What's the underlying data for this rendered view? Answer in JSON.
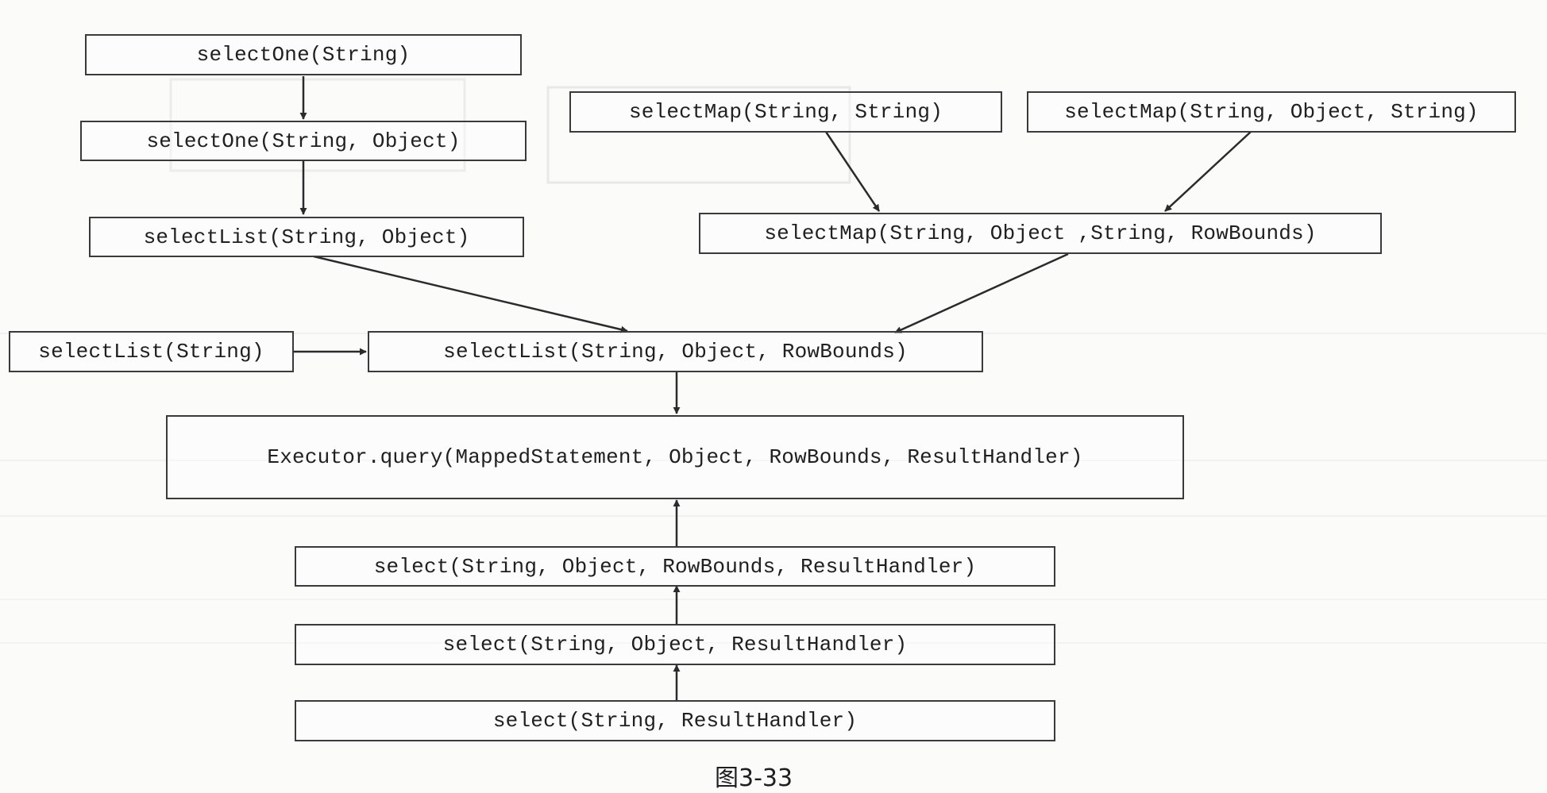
{
  "diagram": {
    "nodes": {
      "selectOne_1": "selectOne(String)",
      "selectOne_2": "selectOne(String, Object)",
      "selectList_2": "selectList(String, Object)",
      "selectMap_2": "selectMap(String, String)",
      "selectMap_3": "selectMap(String, Object, String)",
      "selectMap_4": "selectMap(String, Object ,String, RowBounds)",
      "selectList_1": "selectList(String)",
      "selectList_3": "selectList(String, Object, RowBounds)",
      "executor_query": "Executor.query(MappedStatement, Object, RowBounds, ResultHandler)",
      "select_4": "select(String, Object, RowBounds, ResultHandler)",
      "select_3": "select(String, Object, ResultHandler)",
      "select_2": "select(String, ResultHandler)"
    },
    "edges": [
      {
        "from": "selectOne_1",
        "to": "selectOne_2"
      },
      {
        "from": "selectOne_2",
        "to": "selectList_2"
      },
      {
        "from": "selectList_2",
        "to": "selectList_3"
      },
      {
        "from": "selectMap_2",
        "to": "selectMap_4"
      },
      {
        "from": "selectMap_3",
        "to": "selectMap_4"
      },
      {
        "from": "selectMap_4",
        "to": "selectList_3"
      },
      {
        "from": "selectList_1",
        "to": "selectList_3"
      },
      {
        "from": "selectList_3",
        "to": "executor_query"
      },
      {
        "from": "select_4",
        "to": "executor_query"
      },
      {
        "from": "select_3",
        "to": "select_4"
      },
      {
        "from": "select_2",
        "to": "select_3"
      }
    ],
    "caption": "图3-33"
  },
  "colors": {
    "line": "#2b2b2b",
    "border": "#3a3a3a"
  }
}
